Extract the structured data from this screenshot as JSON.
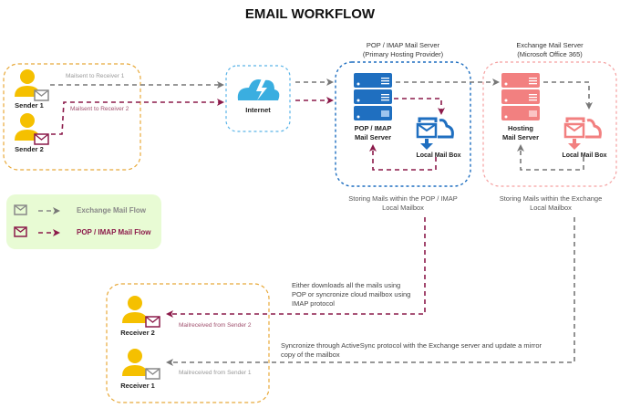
{
  "title": "EMAIL WORKFLOW",
  "colors": {
    "exchange_flow": "#777777",
    "pop_flow": "#8b1a4a",
    "person": "#f5c000",
    "sender_box": "#e8a93a",
    "internet_box": "#5ab4e8",
    "pop_box": "#1f6fc0",
    "pop_server": "#1f6fc0",
    "exchange_box": "#f5a0a0",
    "exchange_server": "#f28080",
    "cloud": "#3aaee0",
    "legend_bg": "#e8fbd4"
  },
  "senders": [
    {
      "label": "Sender 1",
      "mail_icon": "envelope-gray-icon"
    },
    {
      "label": "Sender 2",
      "mail_icon": "envelope-maroon-icon"
    }
  ],
  "flows": {
    "sender1": "Mailsent to Receiver 1",
    "sender2": "Mailsent to Receiver 2",
    "receiver2": "Mailreceived from Sender 2",
    "receiver1": "Mailreceived from Sender 1"
  },
  "internet": {
    "label": "Internet",
    "icon": "cloud-lightning-icon"
  },
  "pop_server": {
    "header_line1": "POP / IMAP Mail Server",
    "header_line2": "(Primary Hosting Provider)",
    "server_line1": "POP / IMAP",
    "server_line2": "Mail Server",
    "mailbox": "Local Mail Box",
    "caption_line1": "Storing Mails within the POP / IMAP",
    "caption_line2": "Local Mailbox"
  },
  "exchange_server": {
    "header_line1": "Exchange Mail Server",
    "header_line2": "(Microsoft Office 365)",
    "server_line1": "Hosting",
    "server_line2": "Mail Server",
    "mailbox": "Local Mail Box",
    "caption_line1": "Storing Mails within the Exchange",
    "caption_line2": "Local Mailbox"
  },
  "legend": [
    {
      "label": "Exchange Mail Flow"
    },
    {
      "label": "POP / IMAP Mail Flow"
    }
  ],
  "notes": {
    "pop_line1": "Either downloads all the mails using",
    "pop_line2": "POP or syncronize cloud mailbox using",
    "pop_line3": "IMAP protocol",
    "exchange_line1": "Syncronize through ActiveSync protocol with the Exchange server and update a mirror",
    "exchange_line2": "copy of the mailbox"
  },
  "receivers": [
    {
      "label": "Receiver 2",
      "mail_icon": "envelope-maroon-icon"
    },
    {
      "label": "Receiver 1",
      "mail_icon": "envelope-gray-icon"
    }
  ]
}
